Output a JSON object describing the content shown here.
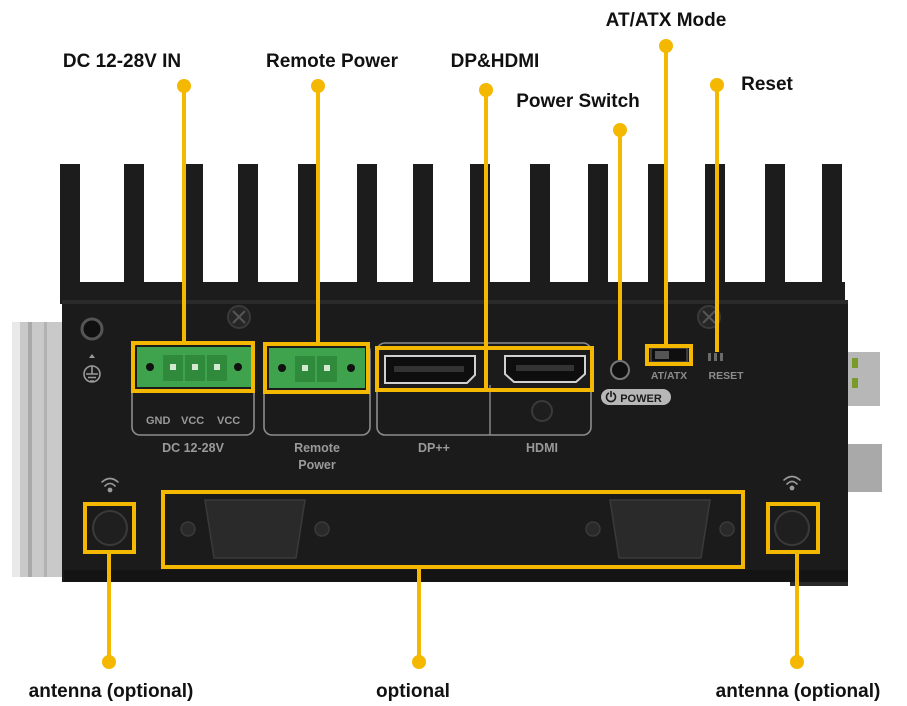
{
  "callouts": {
    "dc_in": "DC 12-28V IN",
    "remote_power": "Remote Power",
    "dp_hdmi": "DP&HDMI",
    "at_atx_mode": "AT/ATX Mode",
    "power_switch": "Power Switch",
    "reset": "Reset",
    "antenna_left": "antenna (optional)",
    "optional": "optional",
    "antenna_right": "antenna (optional)"
  },
  "panel_labels": {
    "gnd": "GND",
    "vcc1": "VCC",
    "vcc2": "VCC",
    "dc_range": "DC 12-28V",
    "remote_line1": "Remote",
    "remote_line2": "Power",
    "dp": "DP++",
    "hdmi": "HDMI",
    "power_button": "POWER",
    "at_atx": "AT/ATX",
    "reset_port": "RESET"
  },
  "colors": {
    "highlight": "#f5b800",
    "chassis": "#1b1b1b",
    "terminal_block": "#3fa34d"
  },
  "icons": [
    "ground-icon",
    "wifi-icon",
    "power-icon",
    "screw-icon"
  ]
}
